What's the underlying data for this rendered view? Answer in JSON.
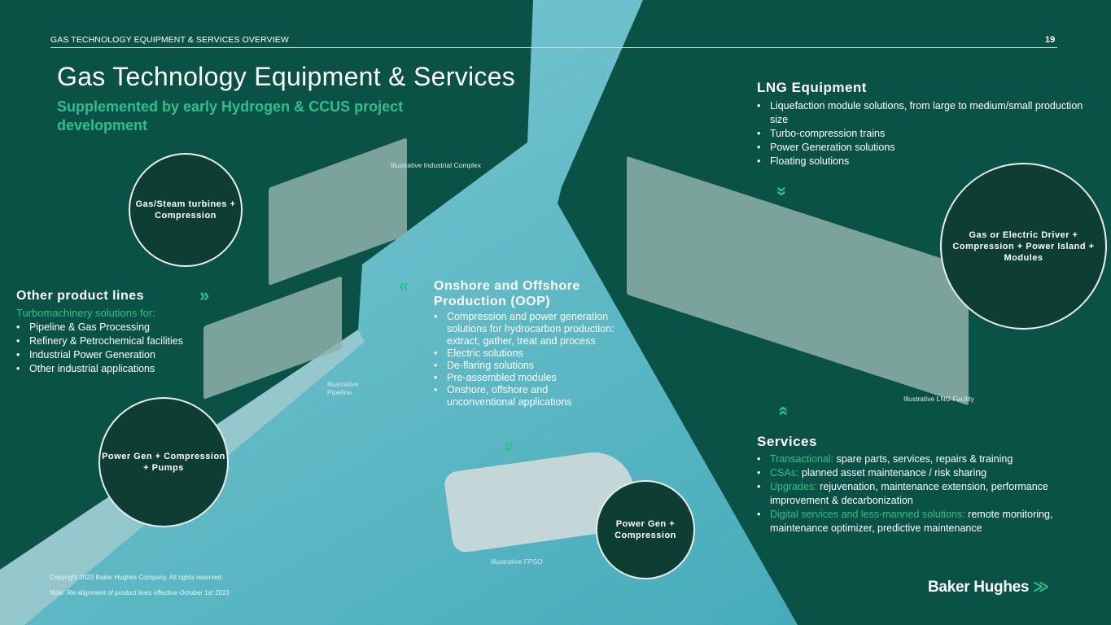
{
  "header": {
    "section": "GAS TECHNOLOGY EQUIPMENT & SERVICES OVERVIEW",
    "page_number": "19"
  },
  "title": "Gas Technology Equipment & Services",
  "subtitle": "Supplemented by early Hydrogen & CCUS project development",
  "other_products": {
    "heading": "Other product lines",
    "intro": "Turbomachinery solutions for:",
    "items": [
      "Pipeline & Gas Processing",
      "Refinery & Petrochemical facilities",
      "Industrial Power Generation",
      "Other industrial applications"
    ]
  },
  "oop": {
    "heading": "Onshore and Offshore Production (OOP)",
    "items": [
      "Compression and power generation solutions for hydrocarbon production: extract, gather, treat and process",
      "Electric solutions",
      "De-flaring solutions",
      "Pre-assembled modules",
      "Onshore, offshore and unconventional applications"
    ]
  },
  "lng": {
    "heading": "LNG Equipment",
    "items": [
      "Liquefaction module solutions, from large to medium/small production size",
      "Turbo-compression trains",
      "Power Generation solutions",
      "Floating solutions"
    ]
  },
  "services": {
    "heading": "Services",
    "items": [
      {
        "label": "Transactional:",
        "text": " spare parts, services, repairs & training"
      },
      {
        "label": "CSAs:",
        "text": " planned asset maintenance / risk sharing"
      },
      {
        "label": "Upgrades:",
        "text": " rejuvenation, maintenance extension, performance improvement & decarbonization"
      },
      {
        "label": "Digital services and less-manned solutions:",
        "text": " remote monitoring, maintenance optimizer, predictive maintenance"
      }
    ]
  },
  "circles": {
    "turbines": "Gas/Steam turbines + Compression",
    "powergen_pumps": "Power Gen + Compression + Pumps",
    "powergen_comp": "Power Gen + Compression",
    "lng_driver": "Gas or Electric Driver + Compression + Power Island + Modules"
  },
  "labels": {
    "industrial": "Illustrative Industrial Complex",
    "pipeline": "Illustrative Pipeline",
    "fpso": "Illustrative FPSO",
    "lng": "Illustrative LNG Facility"
  },
  "footer": {
    "copyright": "Copyright 2023 Baker Hughes Company. All rights reserved.",
    "note": "Note: Re-alignment of product lines effective October 1st 2023"
  },
  "logo": "Baker Hughes",
  "colors": {
    "dark_green": "#0a5246",
    "teal": "#49b3bf",
    "accent_green": "#2fbf8d"
  }
}
